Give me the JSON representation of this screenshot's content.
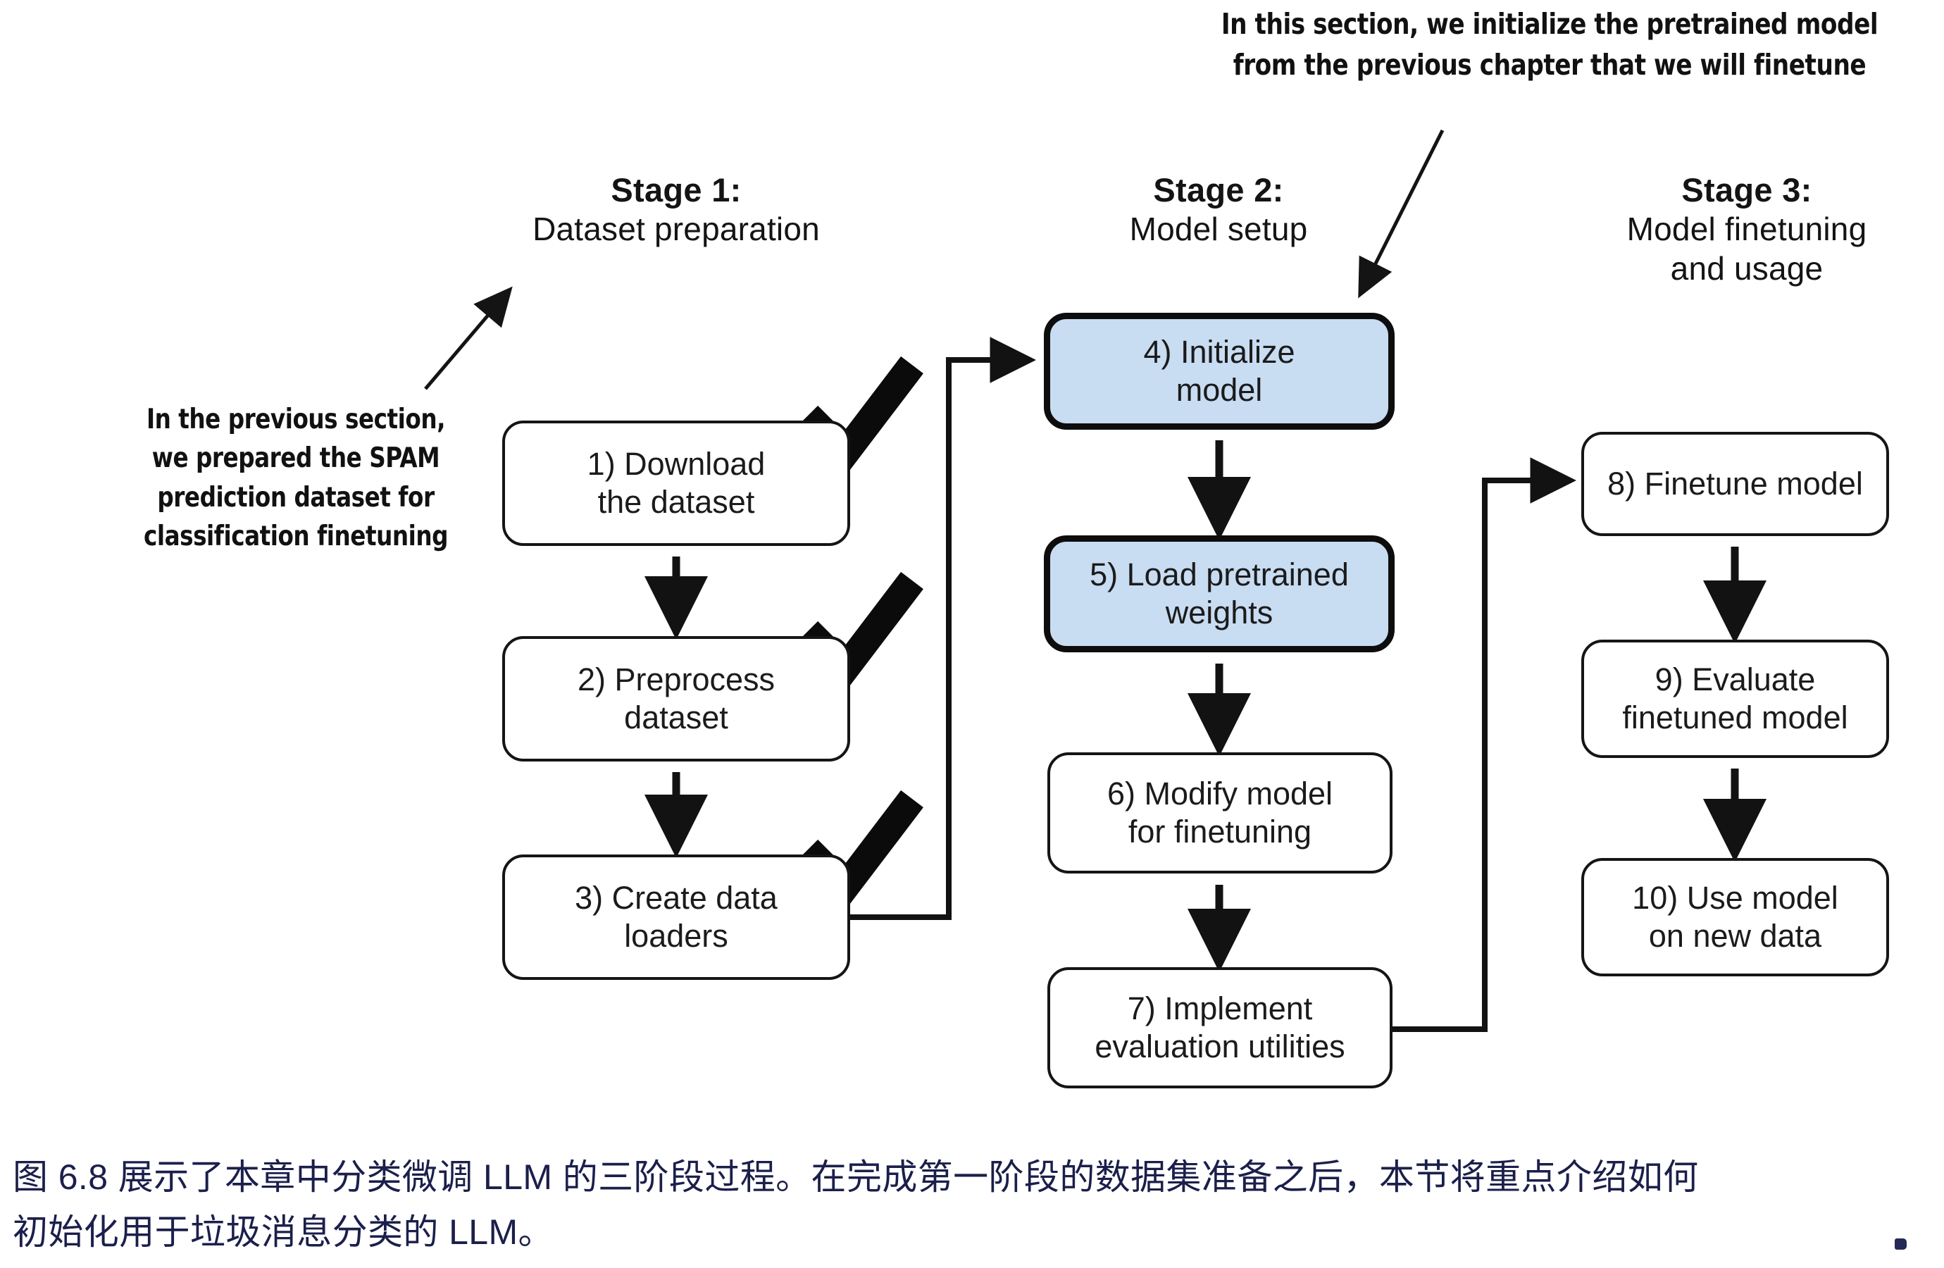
{
  "annotations": {
    "top_right": "In this section, we initialize the pretrained model from the previous chapter that we will finetune",
    "top_right_line1": "In this section, we initialize the pretrained model",
    "top_right_line2": "from the previous chapter that we will finetune",
    "left_line1": "In the previous section,",
    "left_line2": "we prepared the SPAM",
    "left_line3": "prediction dataset for",
    "left_line4": "classification finetuning"
  },
  "stages": [
    {
      "title": "Stage 1:",
      "subtitle": "Dataset preparation",
      "subtitle_line1": "Dataset preparation",
      "subtitle_line2": ""
    },
    {
      "title": "Stage 2:",
      "subtitle": "Model setup",
      "subtitle_line1": "Model setup",
      "subtitle_line2": ""
    },
    {
      "title": "Stage 3:",
      "subtitle": "Model finetuning and usage",
      "subtitle_line1": "Model finetuning",
      "subtitle_line2": "and usage"
    }
  ],
  "nodes": [
    {
      "id": 1,
      "stage": 1,
      "line1": "1) Download",
      "line2": "the dataset",
      "highlighted": false,
      "checked": true
    },
    {
      "id": 2,
      "stage": 1,
      "line1": "2) Preprocess",
      "line2": "dataset",
      "highlighted": false,
      "checked": true
    },
    {
      "id": 3,
      "stage": 1,
      "line1": "3) Create data",
      "line2": "loaders",
      "highlighted": false,
      "checked": true
    },
    {
      "id": 4,
      "stage": 2,
      "line1": "4) Initialize",
      "line2": "model",
      "highlighted": true,
      "checked": false
    },
    {
      "id": 5,
      "stage": 2,
      "line1": "5) Load pretrained",
      "line2": "weights",
      "highlighted": true,
      "checked": false
    },
    {
      "id": 6,
      "stage": 2,
      "line1": "6) Modify model",
      "line2": "for finetuning",
      "highlighted": false,
      "checked": false
    },
    {
      "id": 7,
      "stage": 2,
      "line1": "7) Implement",
      "line2": "evaluation utilities",
      "highlighted": false,
      "checked": false
    },
    {
      "id": 8,
      "stage": 3,
      "line1": "8) Finetune model",
      "line2": "",
      "highlighted": false,
      "checked": false
    },
    {
      "id": 9,
      "stage": 3,
      "line1": "9) Evaluate",
      "line2": "finetuned model",
      "highlighted": false,
      "checked": false
    },
    {
      "id": 10,
      "stage": 3,
      "line1": "10) Use model",
      "line2": "on new data",
      "highlighted": false,
      "checked": false
    }
  ],
  "caption": {
    "line1": "图 6.8 展示了本章中分类微调 LLM 的三阶段过程。在完成第一阶段的数据集准备之后，本节将重点介绍如何",
    "line2": "初始化用于垃圾消息分类的 LLM。",
    "figure_number": "图 6.8"
  },
  "colors": {
    "highlight_fill": "#c8dcf2",
    "stroke": "#151515",
    "caption_text": "#1b1f4b",
    "background": "#ffffff"
  }
}
